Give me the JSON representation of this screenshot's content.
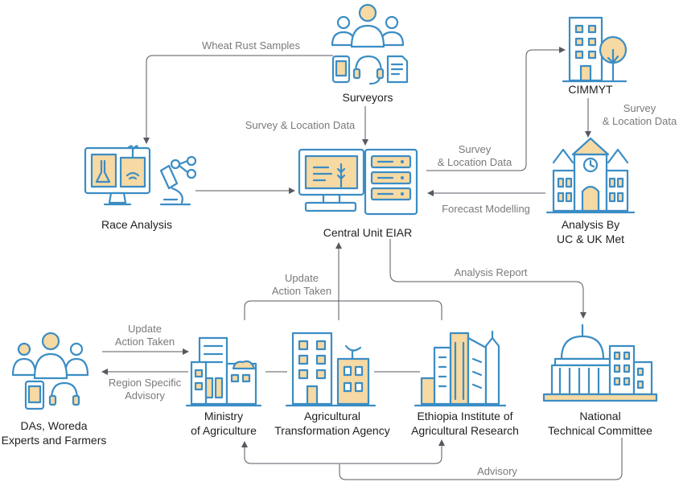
{
  "nodes": {
    "surveyors": "Surveyors",
    "cimmyt": "CIMMYT",
    "race_analysis": "Race Analysis",
    "central_unit": "Central Unit EIAR",
    "analysis_by": [
      "Analysis By",
      "UC & UK Met"
    ],
    "das": [
      "DAs, Woreda",
      "Experts and Farmers"
    ],
    "ministry": [
      "Ministry",
      "of Agriculture"
    ],
    "ata": [
      "Agricultural",
      "Transformation Agency"
    ],
    "eiar_institute": [
      "Ethiopia Institute of",
      "Agricultural Research"
    ],
    "ntc": [
      "National",
      "Technical Committee"
    ]
  },
  "edges": {
    "wheat_rust": "Wheat Rust Samples",
    "survey_location_center": "Survey & Location Data",
    "survey_location_right": [
      "Survey",
      "& Location Data"
    ],
    "survey_location_cimmyt": [
      "Survey",
      "& Location Data"
    ],
    "forecast": "Forecast Modelling",
    "analysis_report": "Analysis Report",
    "update_action_center": [
      "Update",
      "Action Taken"
    ],
    "update_action_left": [
      "Update",
      "Action Taken"
    ],
    "region_specific": [
      "Region Specific",
      "Advisory"
    ],
    "advisory": "Advisory"
  },
  "colors": {
    "icon_stroke": "#3b8dc4",
    "icon_fill": "#f6d9a3",
    "line": "#555a60",
    "edge_text": "#7a7a7a"
  }
}
